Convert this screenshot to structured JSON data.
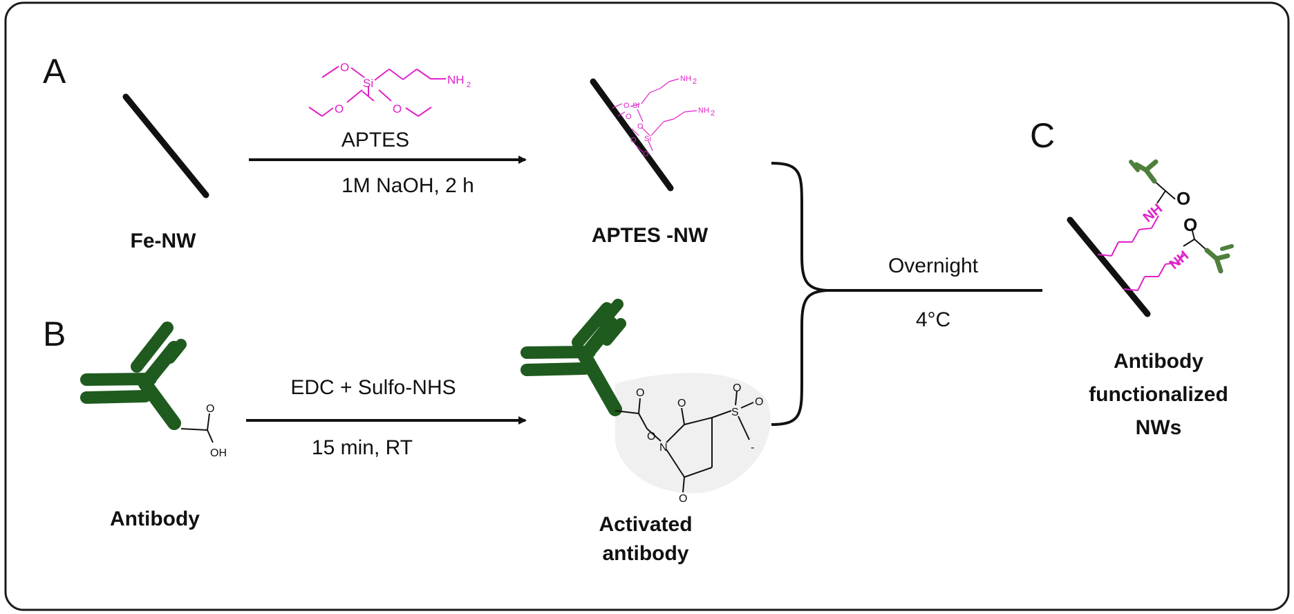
{
  "panels": {
    "a": "A",
    "b": "B",
    "c": "C"
  },
  "step_a": {
    "reagent": "APTES",
    "condition": "1M NaOH, 2 h",
    "start_label": "Fe-NW",
    "product_label": "APTES -NW"
  },
  "step_b": {
    "reagent": "EDC + Sulfo-NHS",
    "condition": "15 min, RT",
    "start_label": "Antibody",
    "product_label_line1": "Activated",
    "product_label_line2": "antibody"
  },
  "step_c": {
    "condition_top": "Overnight",
    "condition_bottom": "4°C",
    "product_label_line1": "Antibody",
    "product_label_line2": "functionalized",
    "product_label_line3": "NWs"
  },
  "chem": {
    "aptes_o": "O",
    "aptes_si": "Si",
    "aptes_nh2": "NH",
    "aptes_sub2": "2",
    "surface_o": "O",
    "surface_si": "Si",
    "surface_nh2": "NH",
    "surface_sub2": "2",
    "cooh_o": "O",
    "cooh_oh": "OH",
    "nhs_o": "O",
    "nhs_n": "N",
    "nhs_s": "S",
    "nhs_neg": "-",
    "amide_nh": "NH",
    "amide_o": "O"
  },
  "colors": {
    "silane": "#e020c8",
    "antibody": "#1f5a1f",
    "antibody_small": "#4f7f3c",
    "nanowire": "#111111"
  }
}
